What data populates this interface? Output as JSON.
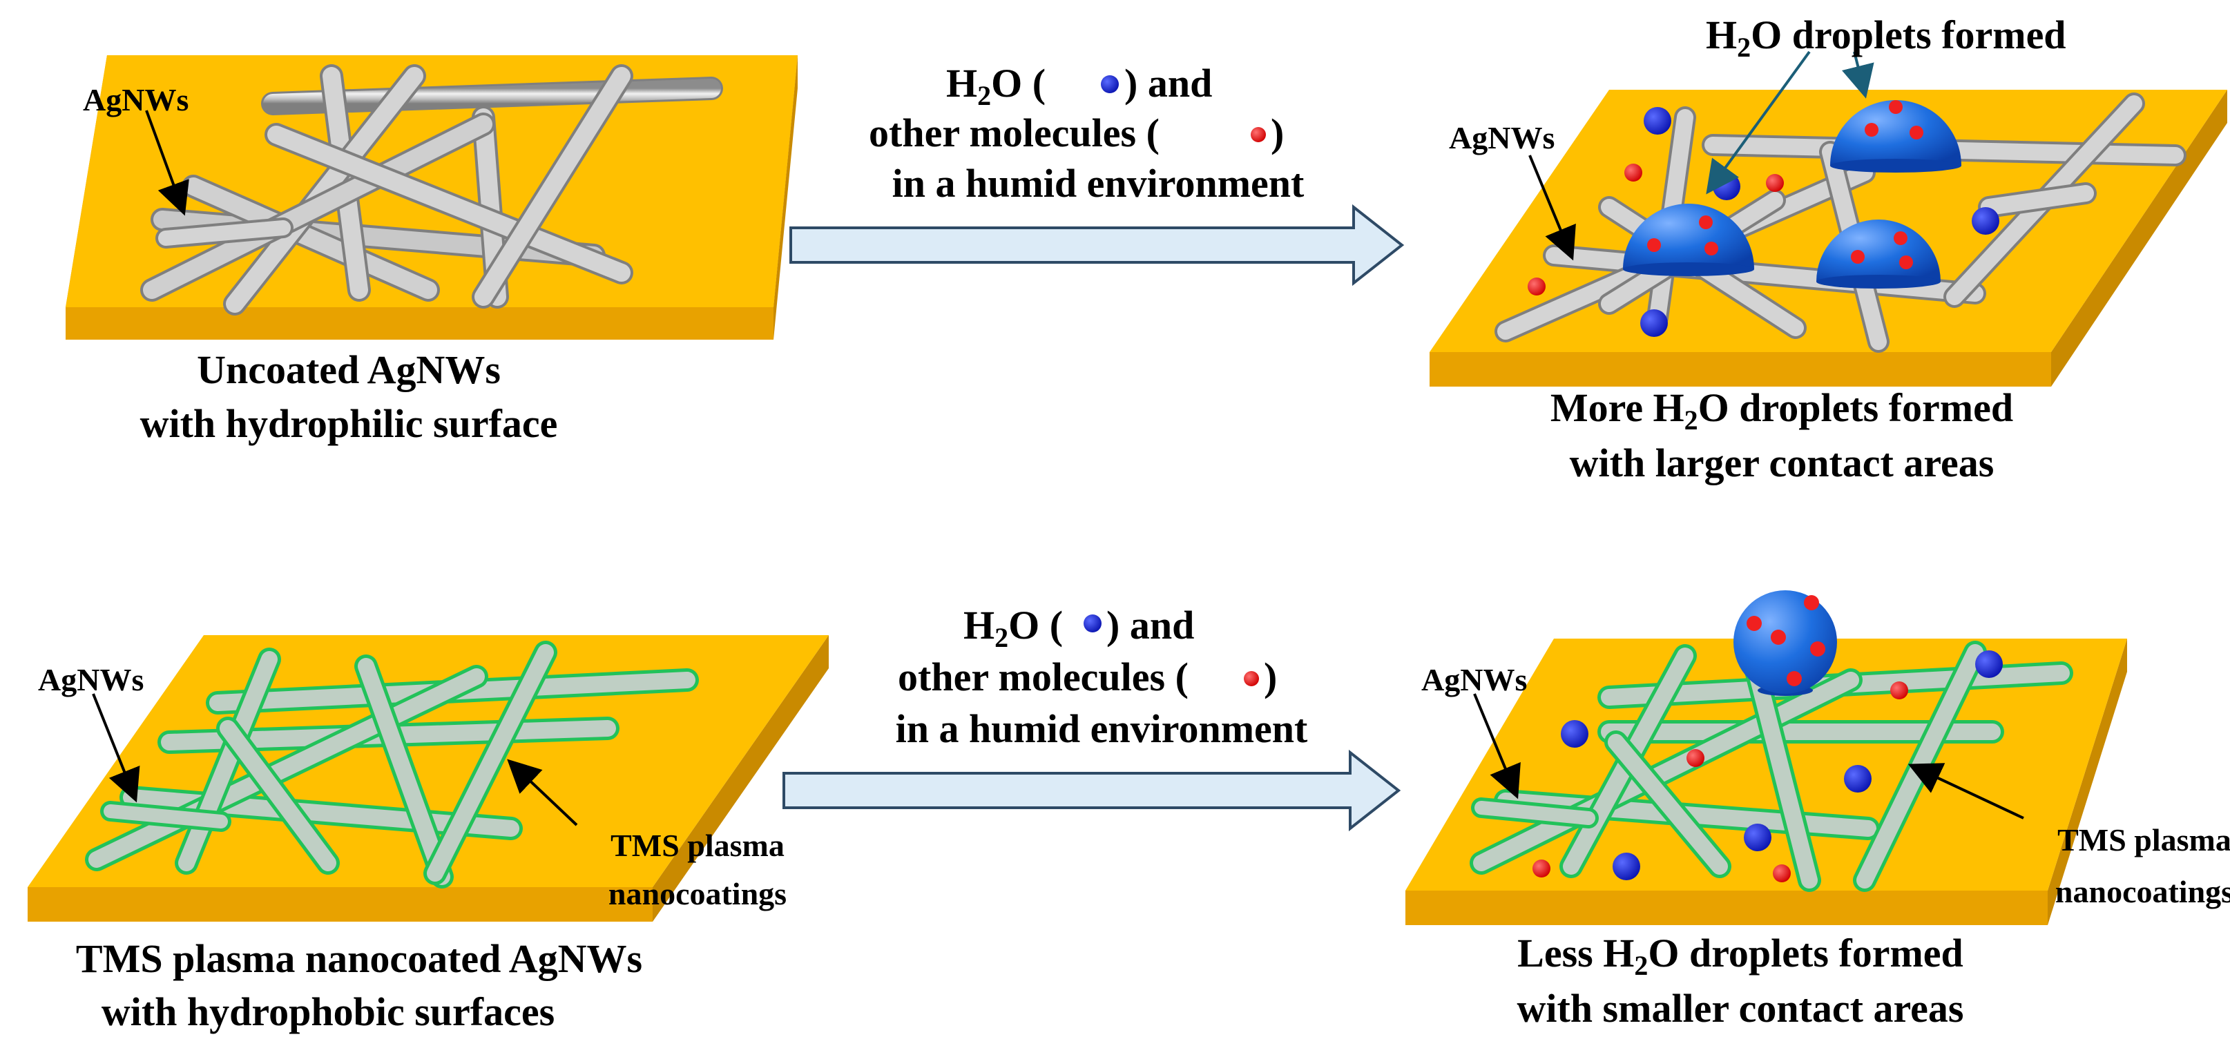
{
  "colors": {
    "substrate_top": "#FFC000",
    "substrate_side": "#E8A200",
    "wire_plain": "#BFBFBF",
    "wire_coated_edge": "#22C25A",
    "arrow_fill": "#DCEBF7",
    "arrow_edge": "#2E4A66",
    "droplet": "#1F6FE0",
    "water_molecule": "#1F2FE8",
    "other_molecule": "#F02020"
  },
  "panels": {
    "top_left": {
      "wire_label": "AgNWs",
      "caption_line1": "Uncoated AgNWs",
      "caption_line2": "with hydrophilic surface"
    },
    "top_right": {
      "wire_label": "AgNWs",
      "droplet_label": "H2O droplets formed",
      "caption_line1": "More H2O droplets formed",
      "caption_line2": "with larger contact areas"
    },
    "bottom_left": {
      "wire_label": "AgNWs",
      "coating_label_line1": "TMS plasma",
      "coating_label_line2": "nanocoatings",
      "caption_line1": "TMS plasma nanocoated AgNWs",
      "caption_line2": "with hydrophobic surfaces"
    },
    "bottom_right": {
      "wire_label": "AgNWs",
      "coating_label_line1": "TMS plasma",
      "coating_label_line2": "nanocoatings",
      "caption_line1": "Less H2O droplets formed",
      "caption_line2": "with smaller contact areas"
    }
  },
  "arrows": {
    "top": {
      "line1": "H2O ( ) and",
      "line2": "other molecules ( )",
      "line3": "in a humid environment"
    },
    "bottom": {
      "line1": "H2O ( ) and",
      "line2": "other molecules ( )",
      "line3": "in a humid environment"
    }
  }
}
